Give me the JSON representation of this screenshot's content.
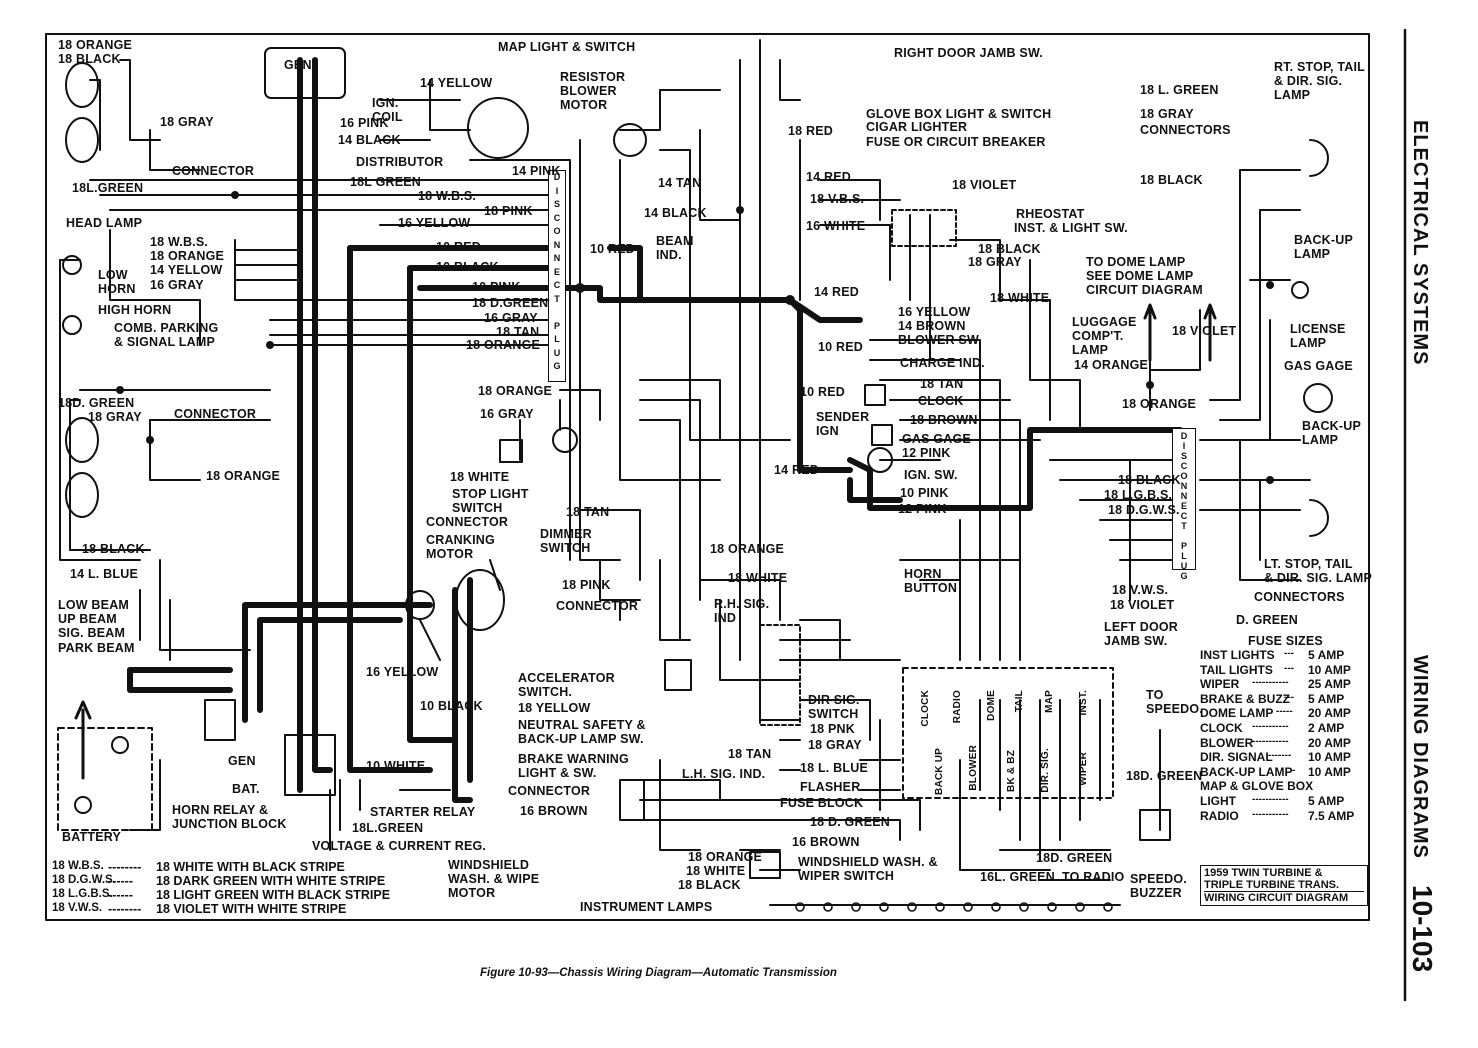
{
  "side": {
    "section": "ELECTRICAL SYSTEMS",
    "chapter": "WIRING DIAGRAMS",
    "page": "10-103"
  },
  "caption": "Figure 10-93—Chassis Wiring Diagram—Automatic Transmission",
  "title_box": {
    "line1": "1959 TWIN TURBINE &",
    "line2": "TRIPLE TURBINE TRANS.",
    "line3": "WIRING CIRCUIT DIAGRAM"
  },
  "plugs": {
    "left": [
      "D",
      "I",
      "S",
      "C",
      "O",
      "N",
      "N",
      "E",
      "C",
      "T",
      "",
      "P",
      "L",
      "U",
      "G"
    ],
    "right": [
      "D",
      "I",
      "S",
      "C",
      "O",
      "N",
      "N",
      "E",
      "C",
      "T",
      "",
      "P",
      "L",
      "U",
      "G"
    ]
  },
  "legend": [
    {
      "code": "18 W.B.S.",
      "dashes": "--------",
      "meaning": "18 WHITE WITH BLACK STRIPE"
    },
    {
      "code": "18 D.G.W.S.",
      "dashes": "------",
      "meaning": "18 DARK GREEN WITH WHITE STRIPE"
    },
    {
      "code": "18 L.G.B.S.",
      "dashes": "------",
      "meaning": "18 LIGHT GREEN WITH BLACK STRIPE"
    },
    {
      "code": "18 V.W.S.",
      "dashes": "--------",
      "meaning": "18 VIOLET WITH WHITE STRIPE"
    }
  ],
  "fuse_sizes": {
    "title": "FUSE SIZES",
    "rows": [
      {
        "name": "INST LIGHTS",
        "dashes": "---",
        "value": "5 AMP"
      },
      {
        "name": "TAIL LIGHTS",
        "dashes": "---",
        "value": "10 AMP"
      },
      {
        "name": "WIPER",
        "dashes": "-----------",
        "value": "25 AMP"
      },
      {
        "name": "BRAKE & BUZZ",
        "dashes": "---",
        "value": "5 AMP"
      },
      {
        "name": "DOME LAMP",
        "dashes": "-----",
        "value": "20 AMP"
      },
      {
        "name": "CLOCK",
        "dashes": "-----------",
        "value": "2 AMP"
      },
      {
        "name": "BLOWER",
        "dashes": "-----------",
        "value": "20 AMP"
      },
      {
        "name": "DIR. SIGNAL",
        "dashes": "-------",
        "value": "10 AMP"
      },
      {
        "name": "BACK-UP LAMP",
        "dashes": "-",
        "value": "10 AMP"
      },
      {
        "name": "MAP & GLOVE BOX",
        "dashes": "",
        "value": ""
      },
      {
        "name": "LIGHT",
        "dashes": "-----------",
        "value": "5 AMP"
      },
      {
        "name": "RADIO",
        "dashes": "-----------",
        "value": "7.5 AMP"
      }
    ]
  },
  "labels": {
    "l_18orange_top": "18 ORANGE",
    "l_18black_top": "18 BLACK",
    "l_18gray_a": "18 GRAY",
    "l_connector_a": "CONNECTOR",
    "l_18lgreen_a": "18L.GREEN",
    "l_headlamp": "HEAD LAMP",
    "l_18wbs_a": "18 W.B.S.",
    "l_18orange_a": "18 ORANGE",
    "l_14yellow_a": "14 YELLOW",
    "l_16gray_a": "16 GRAY",
    "l_lowhorn": "LOW\nHORN",
    "l_highhorn": "HIGH HORN",
    "l_combparking": "COMB. PARKING\n& SIGNAL LAMP",
    "l_18dgreen_a": "18D. GREEN",
    "l_18gray_b": "18 GRAY",
    "l_connector_b": "CONNECTOR",
    "l_18orange_b": "18 ORANGE",
    "l_18black_a": "18 BLACK",
    "l_14lblue": "14 L. BLUE",
    "l_lowbeam": "LOW BEAM",
    "l_upbeam": "UP BEAM",
    "l_sigbeam": "SIG. BEAM",
    "l_parkbeam": "PARK BEAM",
    "l_battery": "BATTERY",
    "l_gen_top": "GEN.",
    "l_ign_coil": "IGN.\nCOIL",
    "l_16pink_a": "16 PINK",
    "l_14black_a": "14 BLACK",
    "l_14yellow_b": "14 YELLOW",
    "l_distributor": "DISTRIBUTOR",
    "l_14pink": "14 PINK",
    "l_18lgreen_b": "18L GREEN",
    "l_18wbs_b": "18 W.B.S.",
    "l_18pink_a": "18 PINK",
    "l_16yellow_a": "16 YELLOW",
    "l_10red_a": "10 RED",
    "l_10black_a": "10 BLACK",
    "l_10pink_a": "10 PINK",
    "l_18dgreen_b": "18 D.GREEN",
    "l_16gray_b": "16 GRAY",
    "l_18tan_a": "18 TAN",
    "l_18orange_c": "18 ORANGE",
    "l_18orange_d": "18 ORANGE",
    "l_16gray_c": "16 GRAY",
    "l_18white_a": "18 WHITE",
    "l_stoplight": "STOP LIGHT\nSWITCH",
    "l_connector_c": "CONNECTOR",
    "l_cranking": "CRANKING\nMOTOR",
    "l_16yellow_b": "16 YELLOW",
    "l_10black_b": "10 BLACK",
    "l_gen": "GEN",
    "l_bat": "BAT.",
    "l_10white": "10 WHITE",
    "l_hornrelay": "HORN RELAY &\nJUNCTION BLOCK",
    "l_starterrelay": "STARTER RELAY",
    "l_18lgreen_c": "18L.GREEN",
    "l_voltreg": "VOLTAGE & CURRENT REG.",
    "l_maplight": "MAP LIGHT & SWITCH",
    "l_resistor": "RESISTOR\nBLOWER\nMOTOR",
    "l_14tan": "14 TAN",
    "l_14black_b": "14 BLACK",
    "l_10red_b": "10 RED",
    "l_beamind": "BEAM\nIND.",
    "l_18tan_b": "18 TAN",
    "l_dimmer": "DIMMER\nSWITCH",
    "l_18pink_b": "18 PINK",
    "l_connector_d": "CONNECTOR",
    "l_accel": "ACCELERATOR\nSWITCH.",
    "l_18yellow": "18 YELLOW",
    "l_neutral": "NEUTRAL SAFETY &\nBACK-UP LAMP SW.",
    "l_brakewarn": "BRAKE WARNING\nLIGHT & SW.",
    "l_connector_e": "CONNECTOR",
    "l_16brown_a": "16 BROWN",
    "l_windwipe": "WINDSHIELD\nWASH. & WIPE\nMOTOR",
    "l_instlamps": "INSTRUMENT LAMPS",
    "l_18orange_e": "18 ORANGE",
    "l_18white_b": "18 WHITE",
    "l_rhsig": "R.H. SIG.\nIND",
    "l_dirsig": "DIR SIG.\nSWITCH",
    "l_18pnk": "18 PNK",
    "l_18gray_c": "18 GRAY",
    "l_18tan_c": "18 TAN",
    "l_lhsig": "L.H. SIG. IND.",
    "l_18lblue": "18 L. BLUE",
    "l_flasher": "FLASHER",
    "l_fuseblock": "FUSE BLOCK",
    "l_18dgreen_c": "18 D. GREEN",
    "l_16brown_b": "16 BROWN",
    "l_18orange_f": "18 ORANGE",
    "l_18white_c": "18 WHITE",
    "l_18black_b": "18 BLACK",
    "l_windwash": "WINDSHIELD WASH. &\nWIPER SWITCH",
    "l_rightdoor": "RIGHT DOOR JAMB SW.",
    "l_glovebox": "GLOVE BOX LIGHT & SWITCH",
    "l_cigar": "CIGAR LIGHTER",
    "l_fuseor": "FUSE OR CIRCUIT BREAKER",
    "l_18red": "18 RED",
    "l_14red_a": "14 RED",
    "l_18vbs": "18 V.B.S.",
    "l_16white": "16 WHITE",
    "l_18violet_a": "18 VIOLET",
    "l_rheostat": "RHEOSTAT",
    "l_instlight": "INST. & LIGHT SW.",
    "l_18black_c": "18 BLACK",
    "l_18gray_d": "18 GRAY",
    "l_18white_d": "18 WHITE",
    "l_14red_b": "14 RED",
    "l_16yellow_c": "16 YELLOW",
    "l_14brown": "14 BROWN",
    "l_blowersw": "BLOWER SW.",
    "l_10red_c": "10 RED",
    "l_chargeind": "CHARGE IND.",
    "l_10red_d": "10 RED",
    "l_18tan_d": "18 TAN",
    "l_clock": "CLOCK",
    "l_sender": "SENDER\nIGN",
    "l_18brown": "18 BROWN",
    "l_gasgage_a": "GAS GAGE",
    "l_12pink_a": "12 PINK",
    "l_14red_c": "14 RED",
    "l_ignsw": "IGN. SW.",
    "l_10pink_b": "10 PINK",
    "l_12pink_b": "12 PINK",
    "l_hornbutton": "HORN\nBUTTON",
    "l_todome": "TO DOME LAMP\nSEE DOME LAMP\nCIRCUIT DIAGRAM",
    "l_luggage": "LUGGAGE\nCOMP'T.\nLAMP",
    "l_14orange": "14 ORANGE",
    "l_18violet_b": "18 VIOLET",
    "l_18orange_g": "18 ORANGE",
    "l_18black_d": "18 BLACK",
    "l_18lgbs": "18 L.G.B.S.",
    "l_18dgws": "18 D.G.W.S.",
    "l_18vws": "18 V.W.S.",
    "l_18violet_c": "18 VIOLET",
    "l_leftdoor": "LEFT DOOR\nJAMB SW.",
    "l_tospeedo": "TO\nSPEEDO.",
    "l_18dgreen_d": "18D. GREEN",
    "l_speedo": "SPEEDO.\nBUZZER",
    "l_16lgreen": "16L. GREEN",
    "l_toradio": "TO RADIO",
    "l_18dgreen_e": "18D. GREEN",
    "l_rtstop": "RT. STOP, TAIL\n& DIR. SIG.\nLAMP",
    "l_18lgreen_d": "18 L. GREEN",
    "l_18gray_e": "18 GRAY",
    "l_connectors_a": "CONNECTORS",
    "l_18black_e": "18 BLACK",
    "l_backup_a": "BACK-UP\nLAMP",
    "l_license": "LICENSE\nLAMP",
    "l_gasgage_b": "GAS GAGE",
    "l_backup_b": "BACK-UP\nLAMP",
    "l_ltstop": "LT. STOP, TAIL\n& DIR. SIG. LAMP",
    "l_connectors_b": "CONNECTORS",
    "l_dgreen": "D. GREEN",
    "fb_clock": "CLOCK",
    "fb_radio": "RADIO",
    "fb_dome": "DOME",
    "fb_tail": "TAIL",
    "fb_map": "MAP",
    "fb_inst": "INST.",
    "fb_backup": "BACK UP",
    "fb_blower": "BLOWER",
    "fb_dirsig": "DIR. SIG.",
    "fb_bkbz": "BK & BZ",
    "fb_wiper": "WIPER"
  }
}
